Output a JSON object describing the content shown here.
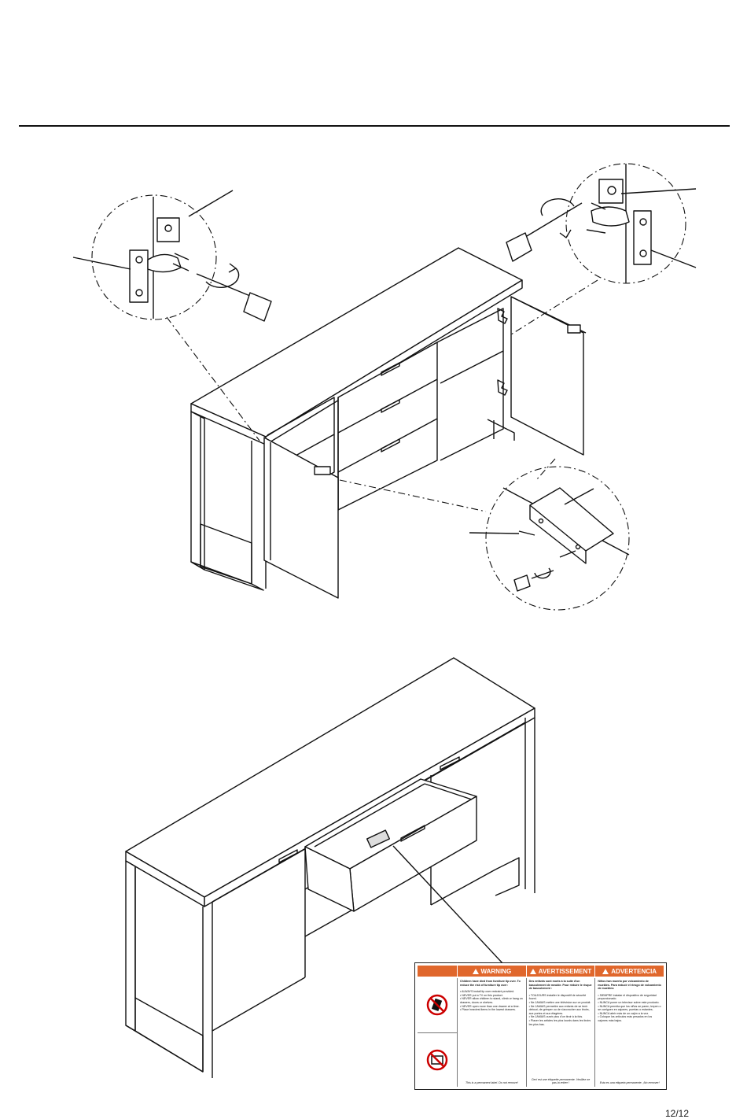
{
  "page": {
    "number": "12/12"
  },
  "label": {
    "headers": [
      "WARNING",
      "AVERTISSEMENT",
      "ADVERTENCIA"
    ],
    "icons": [
      "tip-over-icon",
      "tv-prohibited-icon"
    ],
    "en": {
      "lead": "Children have died from furniture tip over. To reduce the risk of furniture tip over:",
      "items": [
        "ALWAYS install tip over restraint provided.",
        "NEVER put a TV on this product.",
        "NEVER allow children to stand, climb or hang on drawers, doors or shelves.",
        "NEVER open more than one drawer at a time.",
        "Place heaviest items in the lowest drawers."
      ],
      "footer": "This is a permanent label. Do not remove!"
    },
    "fr": {
      "lead": "Des enfants sont morts à la suite d'un basculement de meuble. Pour réduire le risque de basculement :",
      "items": [
        "TOUJOURS installer le dispositif de sécurité fourni.",
        "Ne JAMAIS mettre une télévision sur ce produit.",
        "Ne JAMAIS permettre aux enfants de se tenir debout, de grimper ou de s'accrocher aux tiroirs, aux portes et aux étagères.",
        "Ne JAMAIS ouvrir plus d'un tiroir à la fois.",
        "Placer les articles les plus lourds dans les tiroirs les plus bas."
      ],
      "footer": "Ceci est une étiquette permanente. Veuillez ne pas la retirer !"
    },
    "es": {
      "lead": "Niños han muerto por volcamiento de muebles. Para reducir el riesgo de volcamiento de muebles:",
      "items": [
        "SIEMPRE instalar el dispositivo de seguridad proporcionado.",
        "NUNCA poner un televisor sobre este producto.",
        "NUNCA permita que los niños se paren, trepen o se cuelguen en cajones, puertas o estantes.",
        "NUNCA abrir más de un cajón a la vez.",
        "Coloque los artículos más pesados en los cajones más bajos."
      ],
      "footer": "Esta es una etiqueta permanente. ¡No remover!"
    }
  }
}
